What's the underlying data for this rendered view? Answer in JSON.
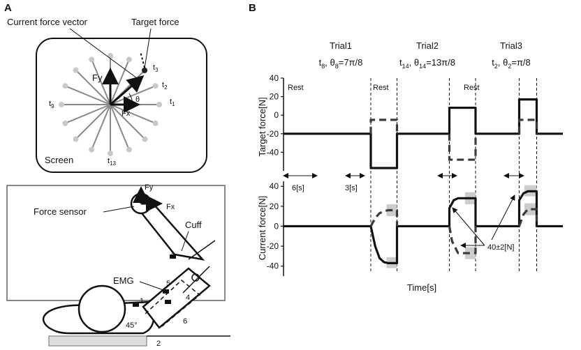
{
  "panel_a": {
    "letter": "A",
    "labels": {
      "current_force_vector": "Current force vector",
      "target_force": "Target force",
      "screen": "Screen",
      "force_sensor": "Force sensor",
      "cuff": "Cuff",
      "emg": "EMG",
      "angle": "45°",
      "theta": "θ",
      "fy": "Fy",
      "fx": "Fx"
    },
    "targets": {
      "t1": "t",
      "t1_sub": "1",
      "t2": "t",
      "t2_sub": "2",
      "t3": "t",
      "t3_sub": "3",
      "t9": "t",
      "t9_sub": "9",
      "t13": "t",
      "t13_sub": "13"
    },
    "muscles": [
      "1",
      "2",
      "3",
      "4",
      "5",
      "6"
    ]
  },
  "panel_b": {
    "letter": "B",
    "trials": [
      {
        "name": "Trial1",
        "line1": "t",
        "line1_sub": "8",
        "line2": ", θ",
        "line2_sub": "8",
        "line3": "=7π/8"
      },
      {
        "name": "Trial2",
        "line1": "t",
        "line1_sub": "14",
        "line2": ", θ",
        "line2_sub": "14",
        "line3": "=13π/8"
      },
      {
        "name": "Trial3",
        "line1": "t",
        "line1_sub": "2",
        "line2": ", θ",
        "line2_sub": "2",
        "line3": "=π/8"
      }
    ],
    "rest_label": "Rest",
    "duration_rest": "6[s]",
    "duration_window": "3[s]",
    "tolerance_label": "40±2[N]",
    "xlabel": "Time[s]"
  },
  "chart_data": [
    {
      "type": "line",
      "ylabel": "Target force[N]",
      "ylim": [
        -60,
        40
      ],
      "yticks": [
        -40,
        -20,
        0,
        20,
        40
      ],
      "ytick_labels": [
        "-40",
        "-20",
        "0",
        "20",
        "40"
      ],
      "series": [
        {
          "style": "solid",
          "x": [
            0,
            10,
            10,
            13,
            13,
            19,
            19,
            22,
            22,
            27,
            27,
            29,
            29,
            32
          ],
          "y": [
            -20,
            -20,
            -57,
            -57,
            -20,
            -20,
            8,
            8,
            -20,
            -20,
            17,
            17,
            -20,
            -20
          ]
        },
        {
          "style": "dashed",
          "x": [
            10,
            10,
            13,
            13
          ],
          "y": [
            -20,
            -5,
            -5,
            -20
          ]
        },
        {
          "style": "dashed",
          "x": [
            19,
            19,
            22,
            22
          ],
          "y": [
            -20,
            -48,
            -48,
            -20
          ]
        },
        {
          "style": "dashed",
          "x": [
            27,
            27,
            29,
            29
          ],
          "y": [
            -20,
            -5,
            -5,
            -20
          ]
        }
      ]
    },
    {
      "type": "line",
      "ylabel": "Current force[N]",
      "ylim": [
        -50,
        45
      ],
      "yticks": [
        -40,
        -20,
        0,
        20,
        40
      ],
      "ytick_labels": [
        "-40",
        "-20",
        "0",
        "20",
        "40"
      ],
      "series": [
        {
          "style": "solid",
          "x": [
            0,
            10,
            10.5,
            11,
            11.5,
            12,
            13,
            13,
            16,
            19,
            19,
            19.5,
            20,
            22,
            22,
            25,
            27,
            27,
            27.5,
            28,
            29,
            29,
            32
          ],
          "y": [
            0,
            0,
            -20,
            -32,
            -36,
            -37,
            -37,
            0,
            0,
            0,
            18,
            26,
            28,
            28,
            0,
            0,
            0,
            26,
            33,
            35,
            35,
            0,
            0
          ]
        },
        {
          "style": "dashed",
          "x": [
            10,
            10.5,
            11,
            11.5,
            12,
            13,
            13
          ],
          "y": [
            0,
            8,
            13,
            15,
            16,
            16,
            0
          ]
        },
        {
          "style": "dashed",
          "x": [
            19,
            19.3,
            20,
            22,
            22
          ],
          "y": [
            0,
            -15,
            -27,
            -27,
            0
          ]
        },
        {
          "style": "dashed",
          "x": [
            27,
            27.5,
            28,
            29,
            29
          ],
          "y": [
            0,
            12,
            17,
            17,
            0
          ]
        }
      ],
      "shaded_windows": [
        {
          "x": [
            11.8,
            13
          ],
          "y": [
            10,
            22
          ]
        },
        {
          "x": [
            11.8,
            13
          ],
          "y": [
            -42,
            -31
          ]
        },
        {
          "x": [
            20.8,
            22
          ],
          "y": [
            22,
            34
          ]
        },
        {
          "x": [
            20.8,
            22
          ],
          "y": [
            -33,
            -21
          ]
        },
        {
          "x": [
            27.6,
            29
          ],
          "y": [
            30,
            41
          ]
        },
        {
          "x": [
            27.6,
            29
          ],
          "y": [
            11,
            23
          ]
        }
      ]
    }
  ]
}
